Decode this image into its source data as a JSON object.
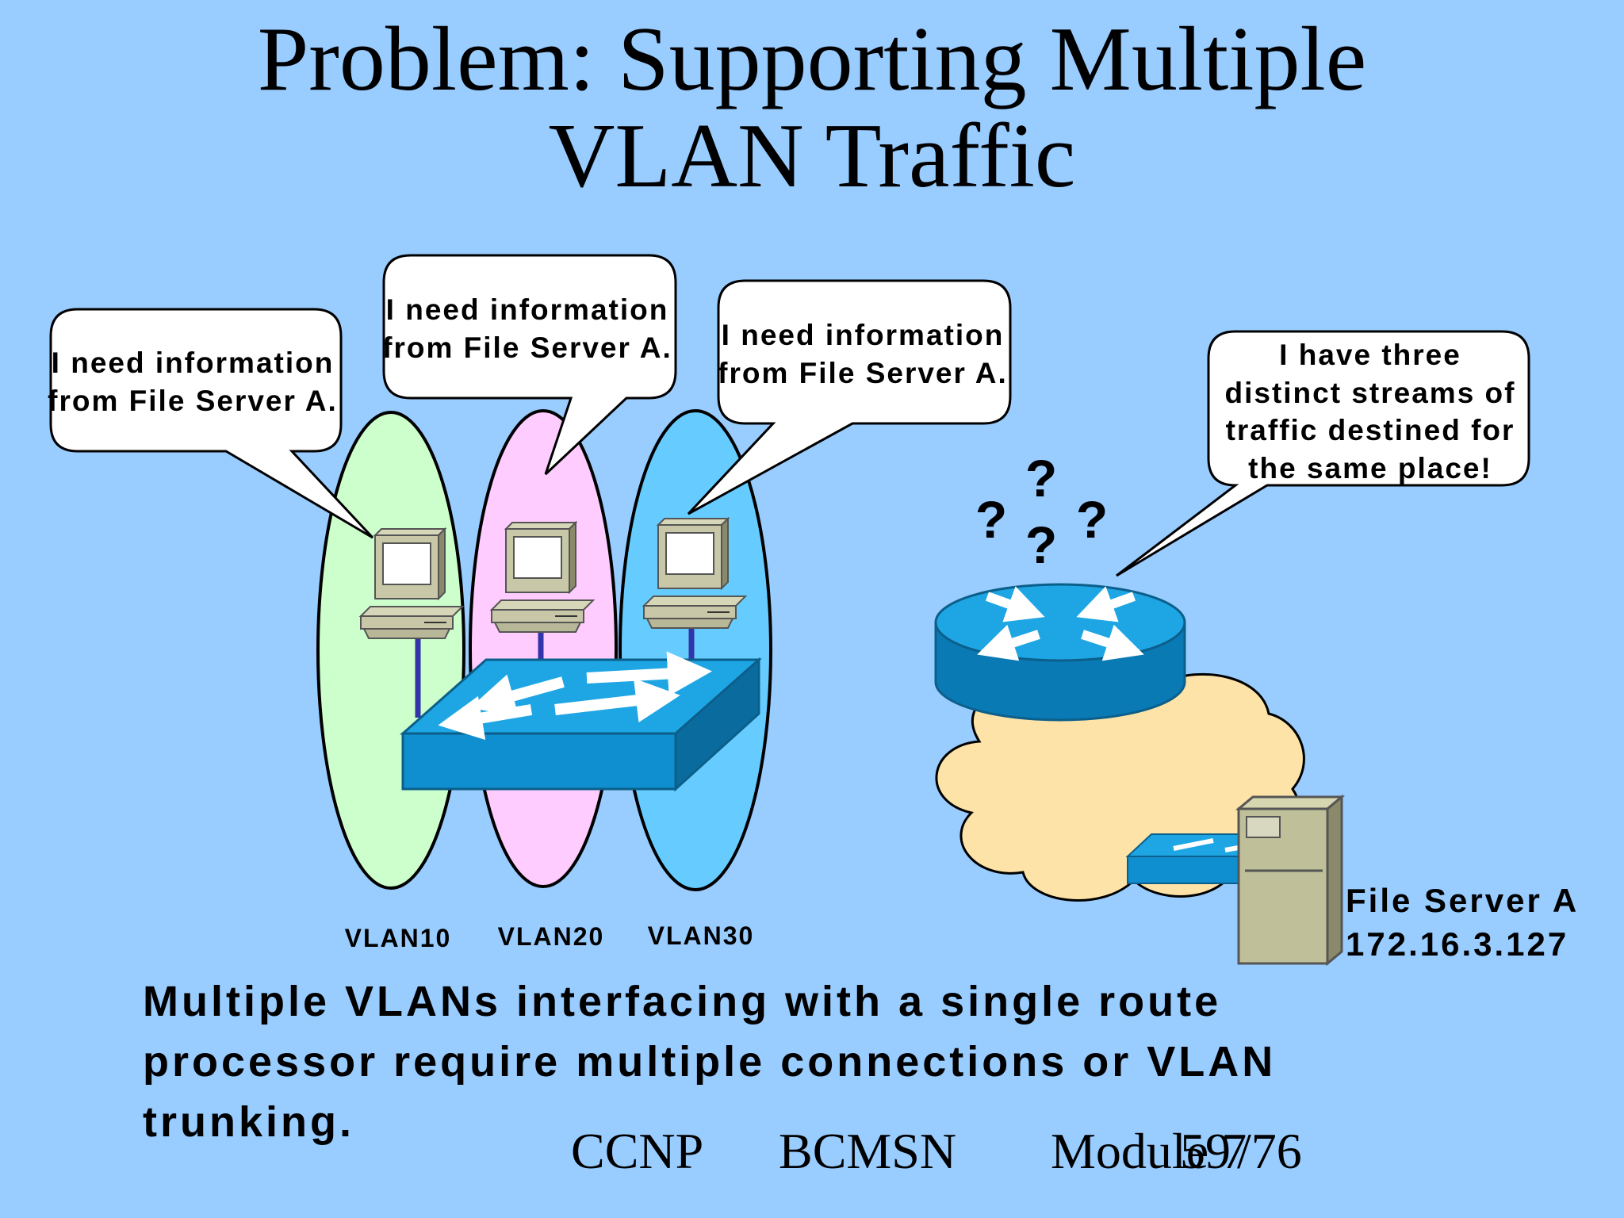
{
  "slide": {
    "title_line1": "Problem: Supporting Multiple",
    "title_line2": "VLAN Traffic",
    "bubbles": [
      {
        "line1": "I need information",
        "line2": "from File Server A."
      },
      {
        "line1": "I need information",
        "line2": "from File Server A."
      },
      {
        "line1": "I need information",
        "line2": "from File Server A."
      }
    ],
    "router_bubble": [
      "I have three",
      "distinct streams of",
      "traffic destined for",
      "the same place!"
    ],
    "question_mark": "?",
    "vlans": [
      "VLAN10",
      "VLAN20",
      "VLAN30"
    ],
    "server_name": "File Server A",
    "server_ip": "172.16.3.127",
    "caption_lines": [
      "Multiple VLANs interfacing with a single route",
      "processor require multiple connections or VLAN",
      "trunking."
    ],
    "footer": {
      "left": "CCNP",
      "middle": "BCMSN",
      "module": "Module 7",
      "page": "59",
      "total": "/76"
    }
  },
  "colors": {
    "background": "#99ccff",
    "vlan10": "#ccffcc",
    "vlan20": "#ffccff",
    "vlan30": "#66ccff",
    "device_blue": "#1aa0e0",
    "cloud": "#fde3a7",
    "server": "#bfbf99"
  },
  "icons": [
    "pc-icon",
    "switch-icon",
    "router-icon",
    "server-icon",
    "cloud-icon"
  ]
}
